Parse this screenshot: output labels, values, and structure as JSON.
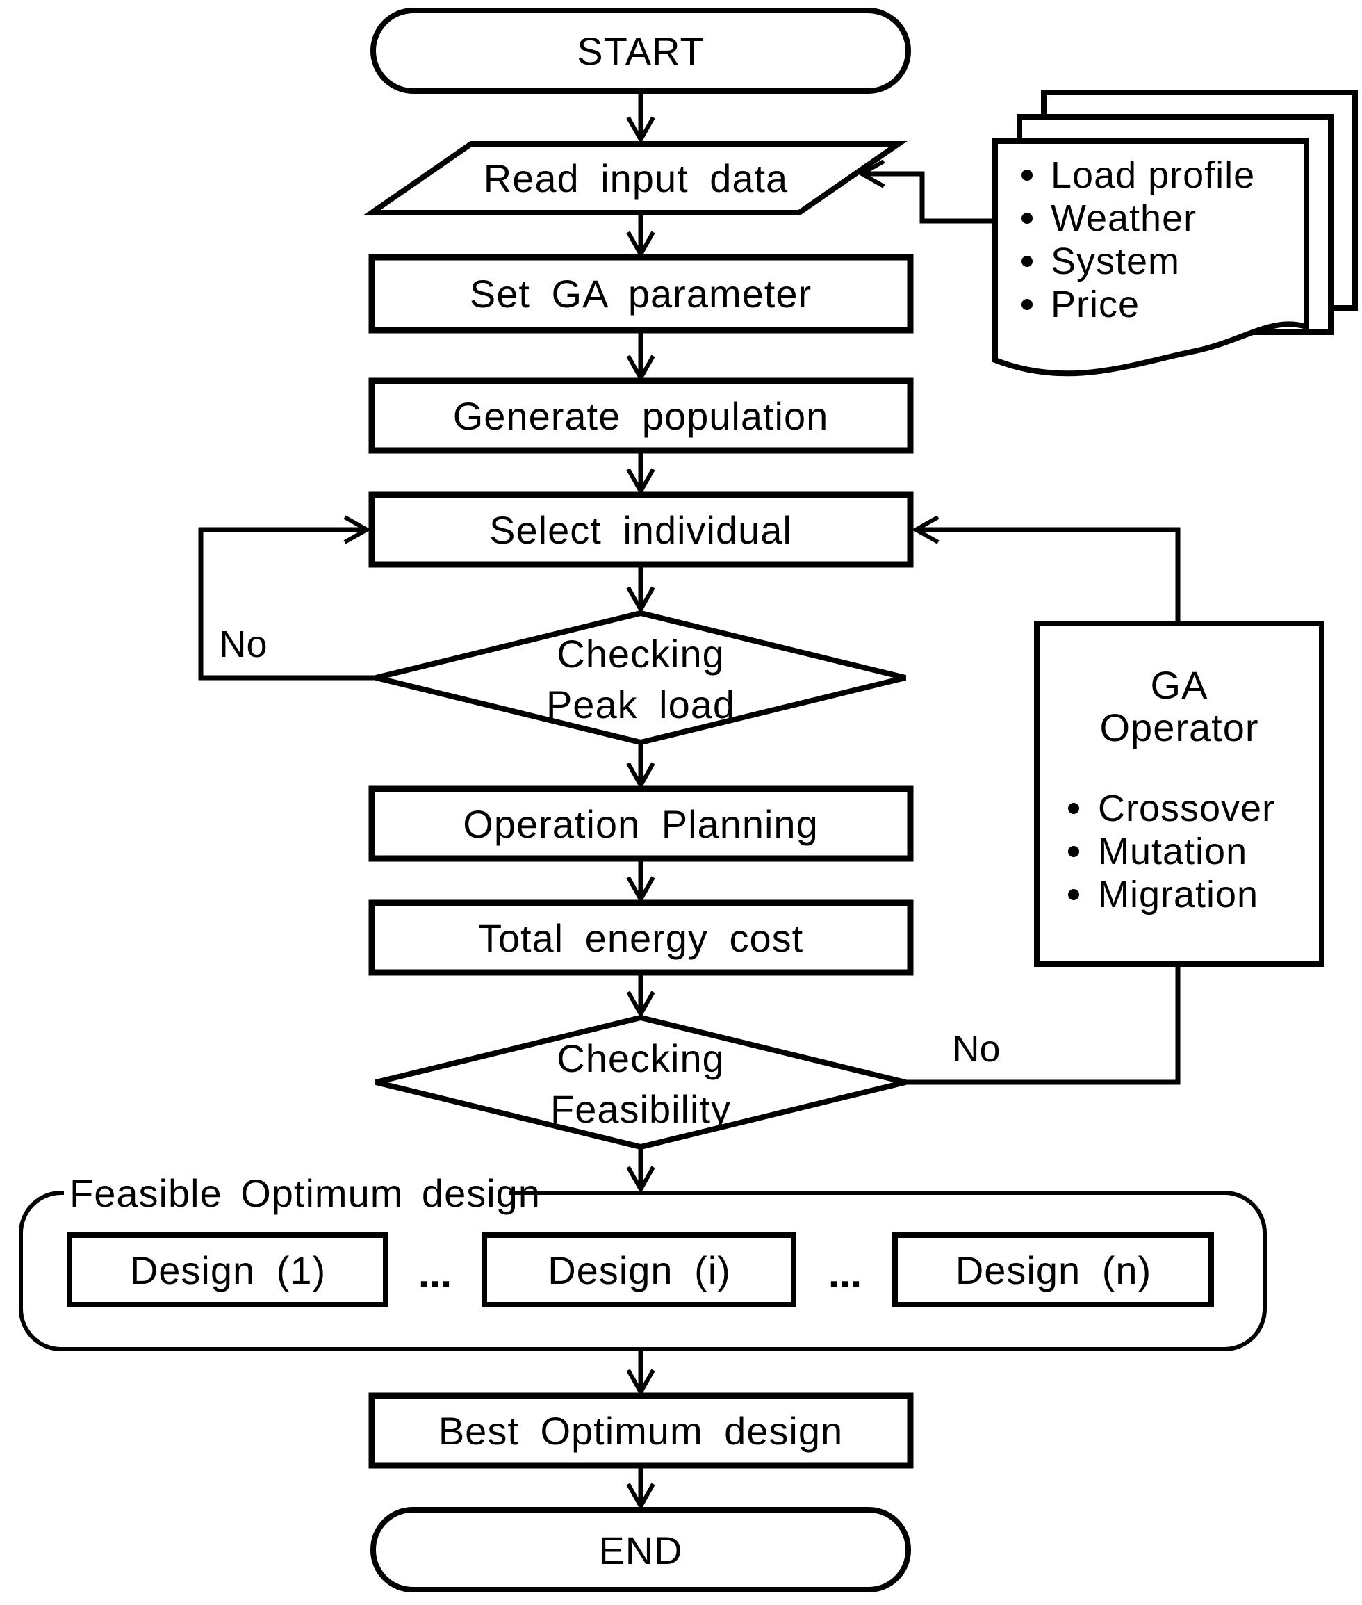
{
  "flowchart": {
    "nodes": {
      "start": "START",
      "read_input_data": "Read input data",
      "set_ga_parameter": "Set GA parameter",
      "generate_population": "Generate population",
      "select_individual": "Select individual",
      "checking_peak_load": {
        "line1": "Checking",
        "line2": "Peak load"
      },
      "operation_planning": "Operation Planning",
      "total_energy_cost": "Total energy cost",
      "checking_feasibility": {
        "line1": "Checking",
        "line2": "Feasibility"
      },
      "best_optimum_design": "Best Optimum design",
      "end": "END"
    },
    "branch_labels": {
      "peak_load_no": "No",
      "feasibility_no": "No"
    },
    "input_document": {
      "items": [
        "Load profile",
        "Weather",
        "System",
        "Price"
      ]
    },
    "ga_operator": {
      "title": {
        "line1": "GA",
        "line2": "Operator"
      },
      "items": [
        "Crossover",
        "Mutation",
        "Migration"
      ]
    },
    "feasible_group": {
      "label": "Feasible Optimum design",
      "designs": [
        "Design (1)",
        "Design (i)",
        "Design (n)"
      ],
      "ellipsis": "..."
    },
    "colors": {
      "stroke": "#000000",
      "background": "#ffffff"
    }
  }
}
